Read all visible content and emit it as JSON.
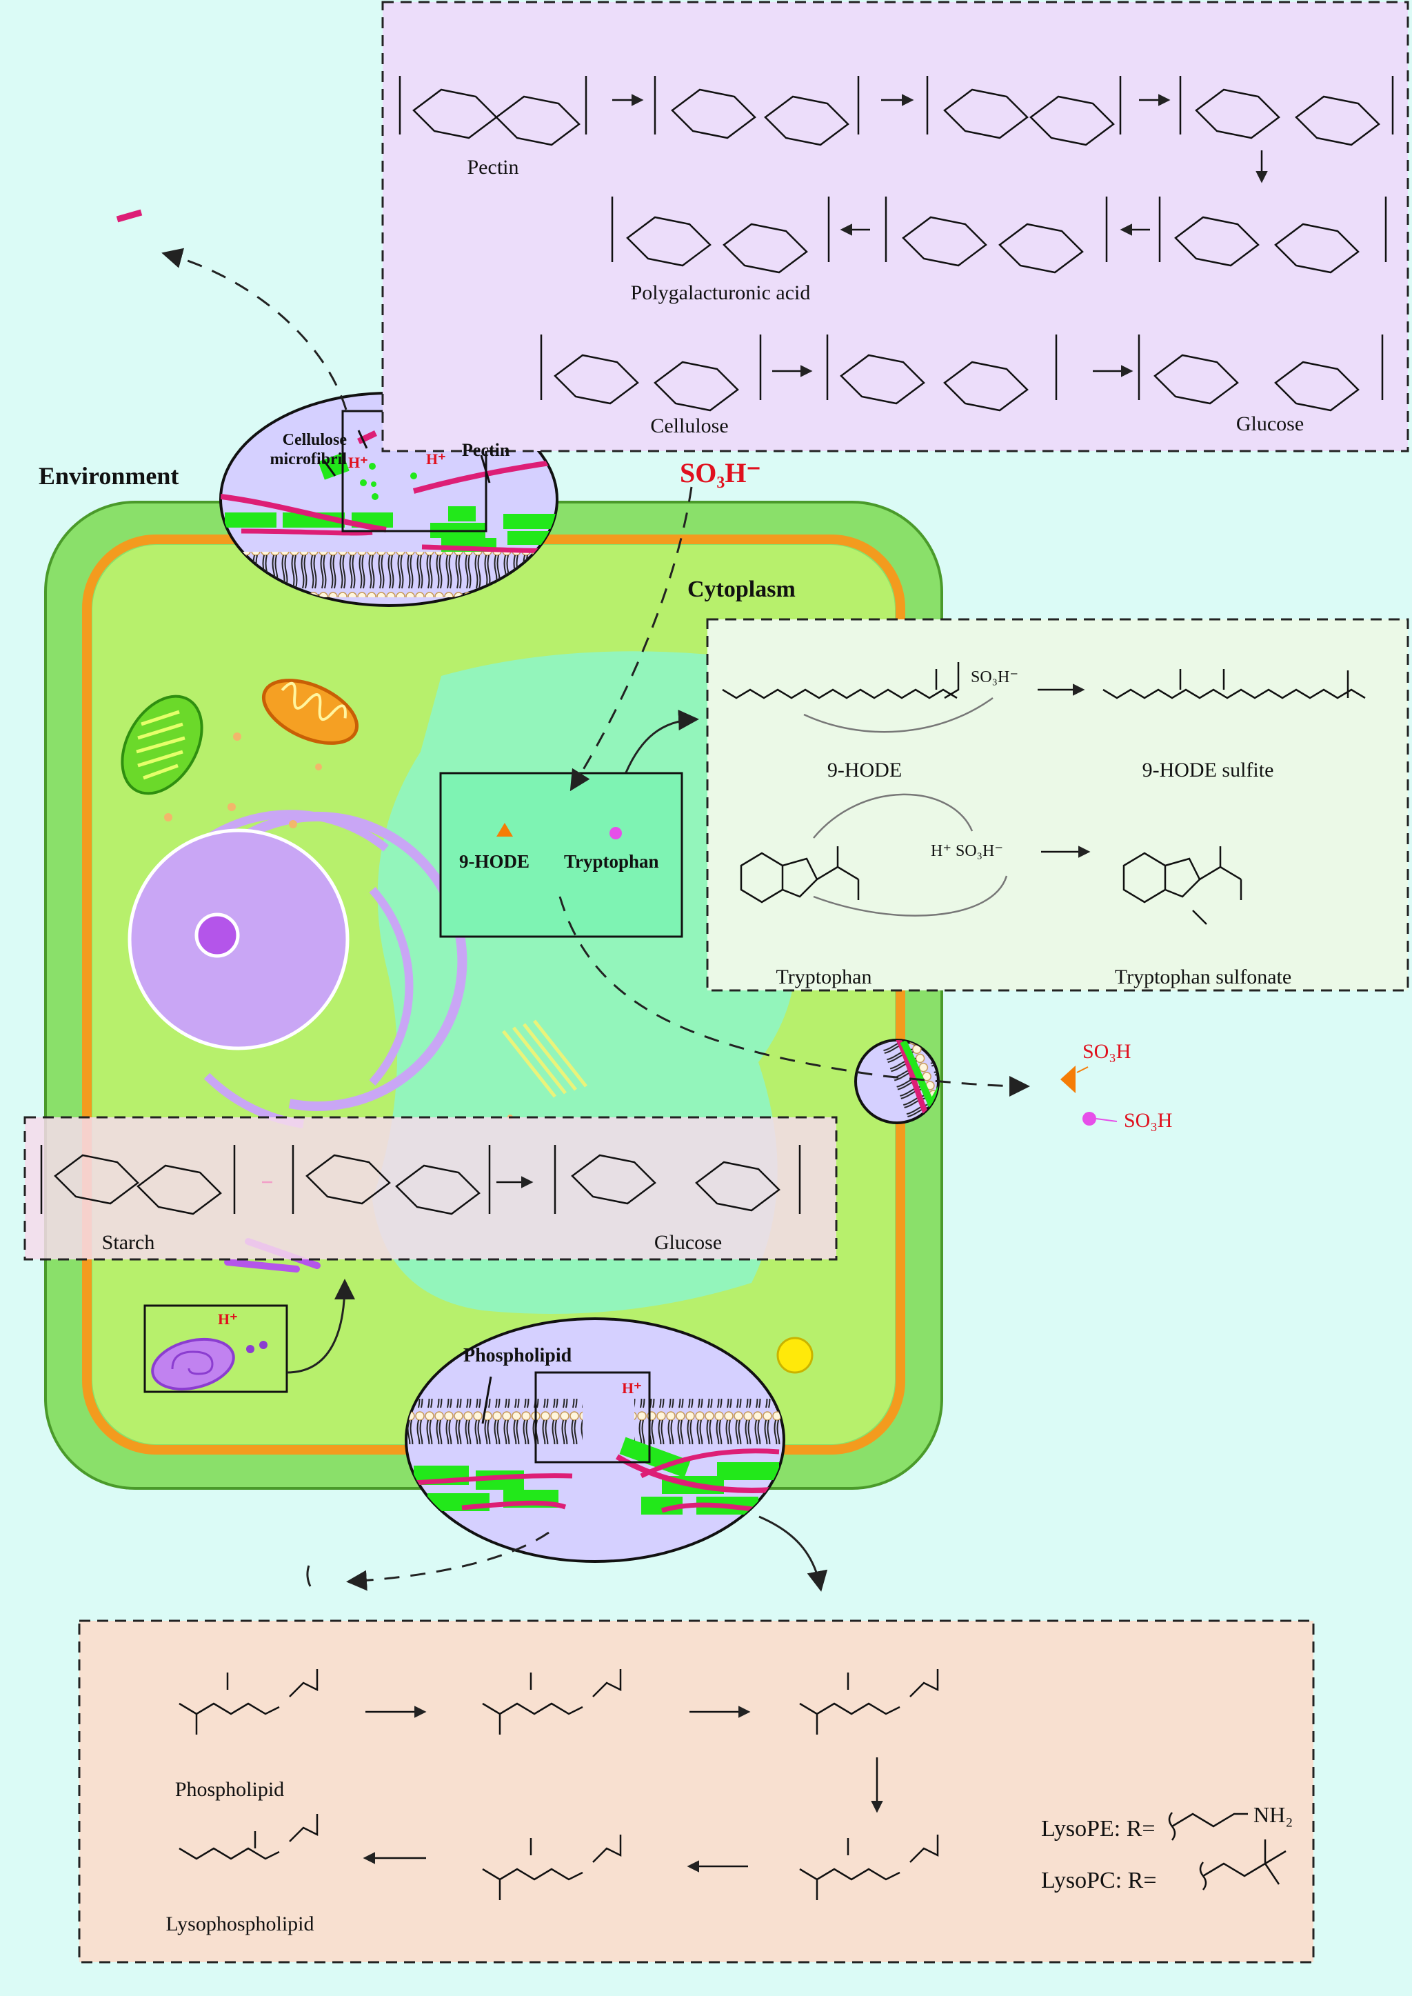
{
  "labels": {
    "environment": "Environment",
    "cytoplasm": "Cytoplasm",
    "sulfite_ion": "SO₃H⁻",
    "cellulose_microfibril": "Cellulose microfibril",
    "pectin_zoom": "Pectin",
    "phospholipid_zoom": "Phospholipid",
    "hode_marker": "9-HODE",
    "tryptophan_marker": "Tryptophan",
    "proton": "H⁺",
    "out_hode_sulfite": "SO₃H",
    "out_trp_sulfite": "SO₃H"
  },
  "pectin_panel": {
    "pectin": "Pectin",
    "polygalacturonic_acid": "Polygalacturonic acid",
    "cellulose": "Cellulose",
    "glucose": "Glucose"
  },
  "sulfite_panel": {
    "hode": "9-HODE",
    "hode_sulfite": "9-HODE sulfite",
    "tryptophan": "Tryptophan",
    "tryptophan_sulfonate": "Tryptophan sulfonate",
    "reagent_1": "SO₃H⁻",
    "reagent_2": "H⁺ SO₃H⁻"
  },
  "starch_panel": {
    "starch": "Starch",
    "glucose": "Glucose"
  },
  "lipid_panel": {
    "phospholipid": "Phospholipid",
    "lysophospholipid": "Lysophospholipid",
    "lysope": "LysoPE: R=",
    "lysope_group": "NH₂",
    "lysopc": "LysoPC: R="
  },
  "colors": {
    "background": "#dbfbf6",
    "cell_wall": "#8ae06a",
    "membrane": "#f39b1e",
    "cytoplasm": "#b7f06c",
    "vacuole": "#8ff5c4",
    "nucleus": "#c9a6f5",
    "cellulose": "#22e81a",
    "pectin": "#dd1e76",
    "hode_marker": "#f57c06",
    "tryptophan_marker": "#e64fe9",
    "sulfite_red": "#e0101e"
  }
}
